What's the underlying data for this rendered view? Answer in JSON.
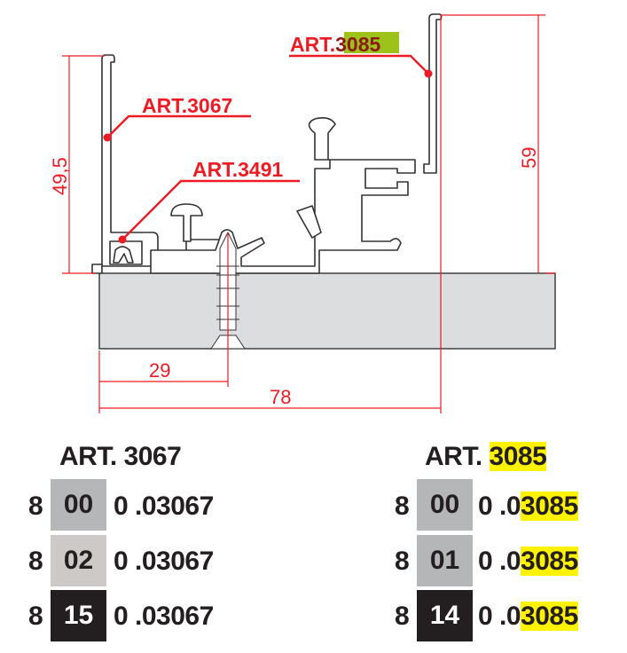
{
  "drawing": {
    "callouts": [
      {
        "prefix": "ART.",
        "code": "3085",
        "highlighted": true
      },
      {
        "prefix": "ART.",
        "code": "3067",
        "highlighted": false
      },
      {
        "prefix": "ART.",
        "code": "3491",
        "highlighted": false
      }
    ],
    "dimensions": {
      "height_left": "49,5",
      "height_right": "59",
      "width_screw": "29",
      "width_total": "78"
    },
    "colors": {
      "dimension": "#ed1c24",
      "board": "#dcdddf",
      "highlight_callout": "#9dc21a"
    }
  },
  "tables": [
    {
      "title_prefix": "ART.",
      "title_code": "3067",
      "code_highlighted": false,
      "rows": [
        {
          "prefix": "8",
          "color_code": "00",
          "swatch": "#b4b6b7",
          "suffix_plain": "0 .03067",
          "suffix_highlight": ""
        },
        {
          "prefix": "8",
          "color_code": "02",
          "swatch": "#ccc9c6",
          "suffix_plain": "0 .03067",
          "suffix_highlight": ""
        },
        {
          "prefix": "8",
          "color_code": "15",
          "swatch": "#231f20",
          "suffix_plain": "0 .03067",
          "suffix_highlight": ""
        }
      ]
    },
    {
      "title_prefix": "ART.",
      "title_code": "3085",
      "code_highlighted": true,
      "rows": [
        {
          "prefix": "8",
          "color_code": "00",
          "swatch": "#b4b6b7",
          "suffix_plain": "0 .0",
          "suffix_highlight": "3085"
        },
        {
          "prefix": "8",
          "color_code": "01",
          "swatch": "#b4b6b7",
          "suffix_plain": "0 .0",
          "suffix_highlight": "3085"
        },
        {
          "prefix": "8",
          "color_code": "14",
          "swatch": "#231f20",
          "suffix_plain": "0 .0",
          "suffix_highlight": "3085"
        }
      ]
    }
  ]
}
